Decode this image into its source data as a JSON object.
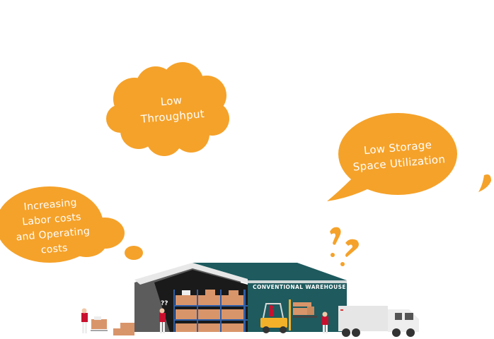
{
  "illustration": {
    "title": "Conventional warehouse pain points",
    "bubbles": [
      {
        "id": "throughput",
        "lines": [
          "Low",
          "Throughput"
        ]
      },
      {
        "id": "storage",
        "lines": [
          "Low Storage",
          "Space Utilization"
        ]
      },
      {
        "id": "labor",
        "lines": [
          "Increasing",
          "Labor costs",
          "and Operating",
          "costs"
        ]
      }
    ],
    "warehouse_sign": "CONVENTIONAL WAREHOUSE",
    "worker_confusion": "??",
    "colors": {
      "bubble_orange": "#F5A22A",
      "warehouse_teal": "#1E5A5E",
      "warehouse_dark": "#1A1A1A",
      "wall_gray": "#5C5C5C",
      "rack_blue": "#2F5FA8",
      "box_tan": "#D9956A",
      "worker_red": "#C8102E",
      "forklift_yellow": "#F3B129"
    },
    "icons": [
      "cloud-bubble",
      "speech-bubble",
      "thought-bubble",
      "question-mark-icon",
      "forklift-icon",
      "truck-icon",
      "worker-icon",
      "pallet-cart-icon",
      "storage-rack-icon"
    ]
  }
}
